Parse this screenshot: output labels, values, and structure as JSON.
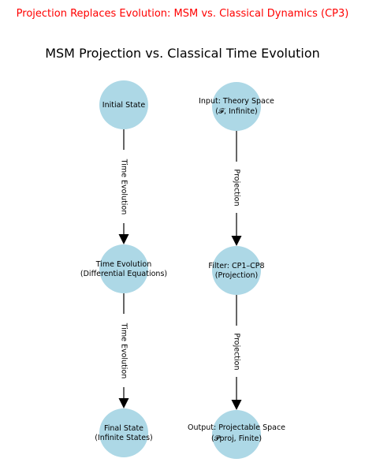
{
  "suptitle": "Projection Replaces Evolution: MSM vs. Classical Dynamics (CP3)",
  "title": "MSM Projection vs. Classical Time Evolution",
  "colors": {
    "suptitle": "#ff0000",
    "node_fill": "#add8e6",
    "edge": "#000000",
    "text": "#000000"
  },
  "classical": {
    "nodes": [
      {
        "lines": [
          "Initial State"
        ]
      },
      {
        "lines": [
          "Time Evolution",
          "(Differential Equations)"
        ]
      },
      {
        "lines": [
          "Final State",
          "(Infinite States)"
        ]
      }
    ],
    "edge_label": "Time Evolution"
  },
  "msm": {
    "nodes": [
      {
        "lines": [
          "Input: Theory Space",
          "(𝓕, Infinite)"
        ]
      },
      {
        "lines": [
          "Filter: CP1–CP8",
          "(Projection)"
        ]
      },
      {
        "lines": [
          "Output: Projectable Space",
          "(𝓟proj, Finite)"
        ]
      }
    ],
    "edge_label": "Projection"
  }
}
